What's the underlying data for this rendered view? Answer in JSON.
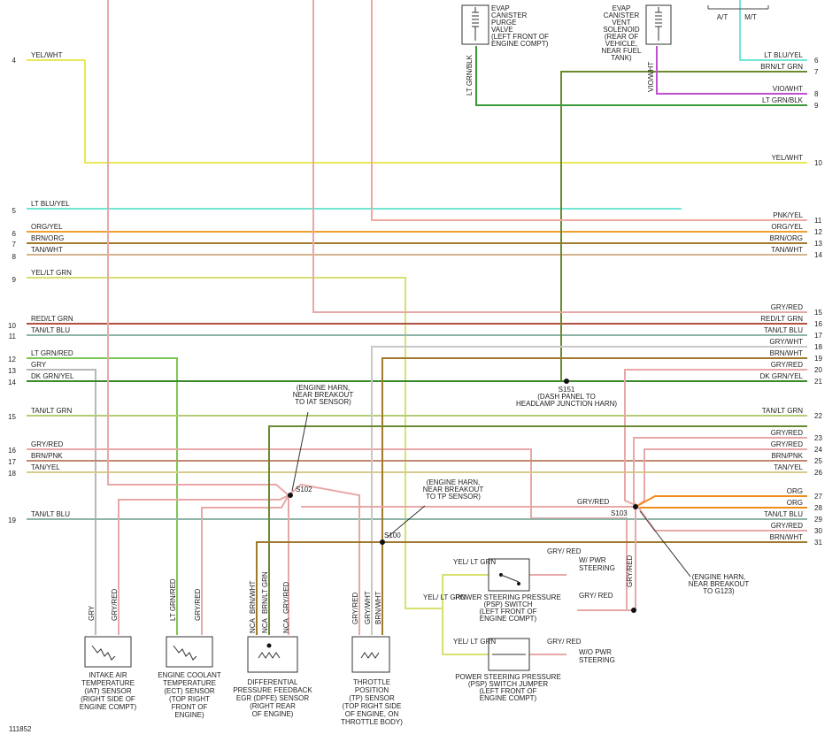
{
  "top": {
    "purge_valve": [
      "EVAP",
      "CANISTER",
      "PURGE",
      "VALVE",
      "(LEFT FRONT OF",
      "ENGINE COMPT)"
    ],
    "vent_solenoid": [
      "EVAP",
      "CANISTER",
      "VENT",
      "SOLENOID",
      "(REAR OF",
      "VEHICLE,",
      "NEAR FUEL",
      "TANK)"
    ],
    "at": "A/T",
    "mt": "M/T",
    "purge_wire": "LT GRN/BLK",
    "vent_wire": "VIO/WHT"
  },
  "left_circuits": [
    {
      "num": "4",
      "label": "YEL/WHT"
    },
    {
      "num": "5",
      "label": "LT BLU/YEL"
    },
    {
      "num": "6",
      "label": "ORG/YEL"
    },
    {
      "num": "7",
      "label": "BRN/ORG"
    },
    {
      "num": "8",
      "label": "TAN/WHT"
    },
    {
      "num": "9",
      "label": "YEL/LT GRN"
    },
    {
      "num": "10",
      "label": "RED/LT GRN"
    },
    {
      "num": "11",
      "label": "TAN/LT BLU"
    },
    {
      "num": "12",
      "label": "LT GRN/RED"
    },
    {
      "num": "13",
      "label": "GRY"
    },
    {
      "num": "14",
      "label": "DK GRN/YEL"
    },
    {
      "num": "15",
      "label": "TAN/LT GRN"
    },
    {
      "num": "16",
      "label": "GRY/RED"
    },
    {
      "num": "17",
      "label": "BRN/PNK"
    },
    {
      "num": "18",
      "label": "TAN/YEL"
    },
    {
      "num": "19",
      "label": "TAN/LT BLU"
    }
  ],
  "right_circuits": [
    {
      "num": "6",
      "label": "LT BLU/YEL"
    },
    {
      "num": "7",
      "label": "BRN/LT GRN"
    },
    {
      "num": "8",
      "label": "VIO/WHT"
    },
    {
      "num": "9",
      "label": "LT GRN/BLK"
    },
    {
      "num": "10",
      "label": "YEL/WHT"
    },
    {
      "num": "11",
      "label": "PNK/YEL"
    },
    {
      "num": "12",
      "label": "ORG/YEL"
    },
    {
      "num": "13",
      "label": "BRN/ORG"
    },
    {
      "num": "14",
      "label": "TAN/WHT"
    },
    {
      "num": "15",
      "label": "GRY/RED"
    },
    {
      "num": "16",
      "label": "RED/LT GRN"
    },
    {
      "num": "17",
      "label": "TAN/LT BLU"
    },
    {
      "num": "18",
      "label": "GRY/WHT"
    },
    {
      "num": "19",
      "label": "BRN/WHT"
    },
    {
      "num": "20",
      "label": "GRY/RED"
    },
    {
      "num": "21",
      "label": "DK GRN/YEL"
    },
    {
      "num": "22",
      "label": "TAN/LT GRN"
    },
    {
      "num": "23",
      "label": "GRY/RED"
    },
    {
      "num": "24",
      "label": "GRY/RED"
    },
    {
      "num": "25",
      "label": "BRN/PNK"
    },
    {
      "num": "26",
      "label": "TAN/YEL"
    },
    {
      "num": "27",
      "label": "ORG"
    },
    {
      "num": "28",
      "label": "ORG"
    },
    {
      "num": "29",
      "label": "TAN/LT BLU"
    },
    {
      "num": "30",
      "label": "GRY/RED"
    },
    {
      "num": "31",
      "label": "BRN/WHT"
    }
  ],
  "splices": {
    "s151": "S151",
    "s151_desc": [
      "(DASH PANEL TO",
      "HEADLAMP JUNCTION HARN)"
    ],
    "s102": "S102",
    "s102_desc": [
      "(ENGINE HARN,",
      "NEAR BREAKOUT",
      "TO IAT SENSOR)"
    ],
    "s100": "S100",
    "s100_desc": [
      "(ENGINE HARN,",
      "NEAR BREAKOUT",
      "TO TP SENSOR)"
    ],
    "s103": "S103",
    "s103_desc": [
      "(ENGINE HARN,",
      "NEAR BREAKOUT",
      "TO G123)"
    ],
    "s103_wire": "GRY/RED"
  },
  "sensors": {
    "iat": {
      "wires": [
        "GRY",
        "GRY/RED"
      ],
      "desc": [
        "INTAKE AIR",
        "TEMPERATURE",
        "(IAT) SENSOR",
        "(RIGHT SIDE OF",
        "ENGINE COMPT)"
      ]
    },
    "ect": {
      "wires": [
        "LT GRN/RED",
        "GRY/RED"
      ],
      "desc": [
        "ENGINE COOLANT",
        "TEMPERATURE",
        "(ECT) SENSOR",
        "(TOP RIGHT",
        "FRONT OF",
        "ENGINE)"
      ]
    },
    "dpfe": {
      "wires": [
        "BRN/WHT",
        "BRN/LT GRN",
        "GRY/RED"
      ],
      "nca": "NCA",
      "desc": [
        "DIFFERENTIAL",
        "PRESSURE FEEDBACK",
        "EGR (DPFE) SENSOR",
        "(RIGHT REAR",
        "OF ENGINE)"
      ]
    },
    "tp": {
      "wires": [
        "GRY/RED",
        "GRY/WHT",
        "BRN/WHT"
      ],
      "desc": [
        "THROTTLE",
        "POSITION",
        "(TP) SENSOR",
        "(TOP RIGHT SIDE",
        "OF ENGINE, ON",
        "THROTTLE BODY)"
      ]
    }
  },
  "psp": {
    "yel_ltgrn": "YEL/ LT GRN",
    "gry_red": "GRY/ RED",
    "switch_desc": [
      "POWER STEERING PRESSURE",
      "(PSP) SWITCH",
      "(LEFT FRONT OF",
      "ENGINE COMPT)"
    ],
    "jumper_desc": [
      "POWER STEERING PRESSURE",
      "(PSP) SWITCH JUMPER",
      "(LEFT FRONT OF",
      "ENGINE COMPT)"
    ],
    "w_pwr": [
      "W/ PWR",
      "STEERING"
    ],
    "wo_pwr": [
      "W/O PWR",
      "STEERING"
    ],
    "feed": "YEL/ LT GRN",
    "ret": "GRY/ RED",
    "vert": "GRY/RED"
  },
  "footer_id": "111852",
  "colors": {
    "yel": "#e8e85a",
    "ltblu": "#6fe6d6",
    "org": "#f0a030",
    "brn": "#a07a2a",
    "tan": "#d4b48c",
    "yelgrn": "#d8e070",
    "red": "#b05040",
    "tanblu": "#8fb4a8",
    "ltgrn": "#7cc850",
    "gry": "#b8b8b8",
    "dkgrn": "#3a8a2a",
    "tangrn": "#b4cc78",
    "pink": "#e8a8a8",
    "brnpnk": "#c08a70",
    "tanyel": "#d8cc8c",
    "vio": "#c050d0",
    "brngrn": "#6a8a30",
    "orgsolid": "#f08c1a"
  }
}
